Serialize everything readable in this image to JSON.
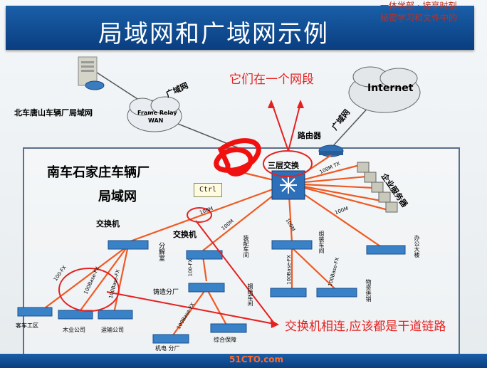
{
  "slide": {
    "title": "局域网和广域网示例",
    "overlay_text": [
      "一体学部 · 接享时刻",
      "秘密学习和文件中的"
    ],
    "watermark": "51CTO.com"
  },
  "labels": {
    "beiche": "北车唐山车辆厂局域网",
    "guangyu_left": "广域网",
    "frame_relay": "Frame Relay",
    "wan": "WAN",
    "internet": "Internet",
    "guangyu_right": "广域网",
    "luyouqi": "路由器",
    "nanche_line1": "南车石家庄车辆厂",
    "nanche_line2": "局域网",
    "sanceng": "三层交换",
    "qiye_fuwuqi": "企业服务器",
    "jiaohuanji_left": "交换机",
    "jiaohuanji_mid": "交换机",
    "ctrl": "Ctrl",
    "m100_1": "100M",
    "m100_2": "100M",
    "m100_tx": "100M  TX",
    "m100_3": "100M",
    "m100_4": "100M",
    "m100fx_1": "100-FX",
    "m100basefx_1": "100Base-FX",
    "m100basefx_2": "100Base-FX",
    "m100fx_2": "100-FX",
    "m100basefx_3": "100Base-FX",
    "m100basefx_4": "100Base-FX",
    "m100basefx_5": "100Base-FX",
    "fenjiesi": "分解室",
    "zhuzhao": "铸造分厂",
    "keche": "客车工区",
    "muye": "木业公司",
    "yunshu": "运输公司",
    "jidian": "机电 分厂",
    "zonghe": "综合保障",
    "zhuangpei": "装配车间",
    "zuzhuang": "组装车间",
    "gangjie": "钢结车间",
    "bangong": "办公大楼",
    "wuzi": "物资供销",
    "callout_top": "它们在一个网段",
    "callout_bottom": "交换机相连,应该都是干道链路"
  },
  "colors": {
    "title_bg": "#0a3e80",
    "link_orange": "#f05a22",
    "annotation_red": "#e62020"
  }
}
